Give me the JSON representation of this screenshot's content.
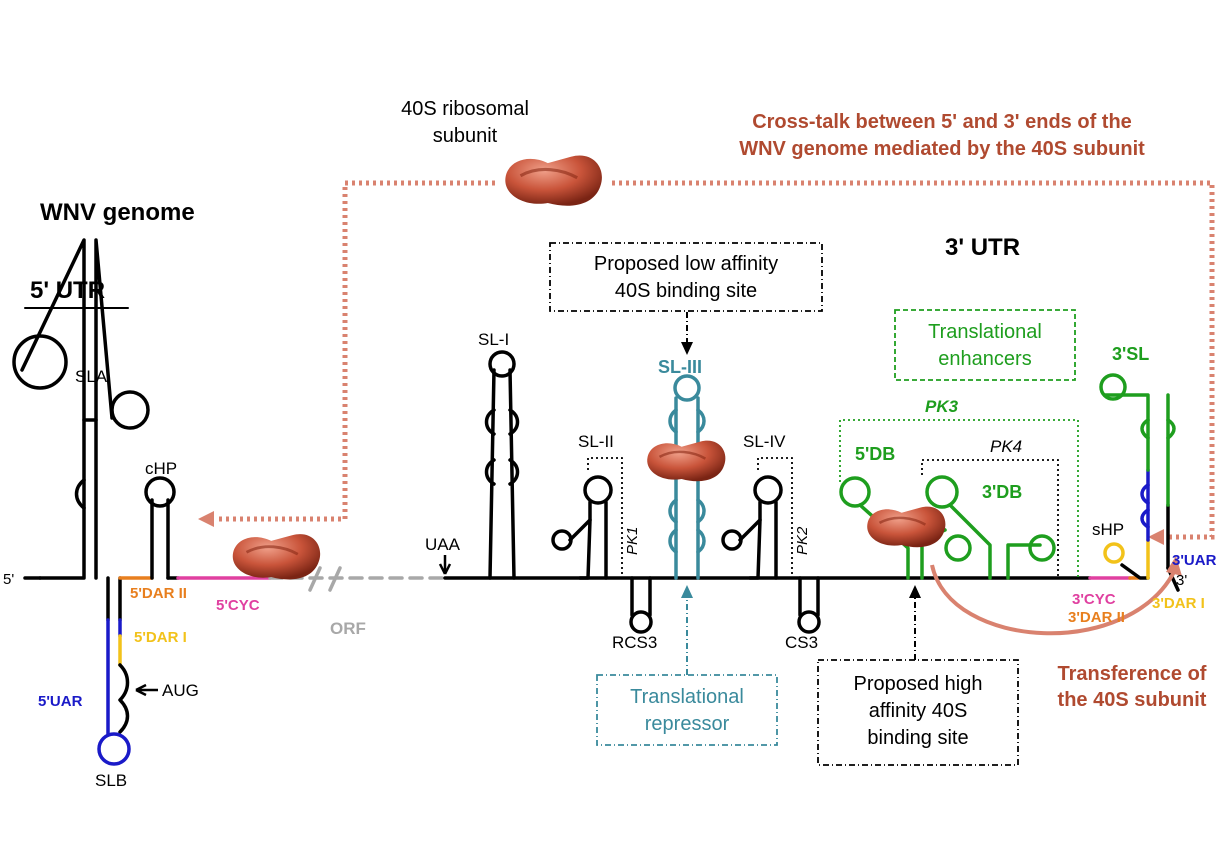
{
  "title": "WNV genome",
  "utr5": "5' UTR",
  "utr3": "3' UTR",
  "ribosome_label": [
    "40S ribosomal",
    "subunit"
  ],
  "crosstalk": [
    "Cross-talk between 5' and 3' ends of the",
    "WNV genome mediated by the 40S subunit"
  ],
  "transference": [
    "Transference of",
    "the 40S subunit"
  ],
  "low_affinity": [
    "Proposed low affinity",
    "40S binding site"
  ],
  "high_affinity": [
    "Proposed high",
    "affinity 40S",
    "binding site"
  ],
  "enhancers": [
    "Translational",
    "enhancers"
  ],
  "repressor": [
    "Translational",
    "repressor"
  ],
  "labels": {
    "sla": "SLA",
    "slb": "SLB",
    "chp": "cHP",
    "aug": "AUG",
    "dar2_5": "5'DAR II",
    "dar1_5": "5'DAR I",
    "uar_5": "5'UAR",
    "cyc_5": "5'CYC",
    "five_prime": "5'",
    "orf": "ORF",
    "uaa": "UAA",
    "sl1": "SL-I",
    "sl2": "SL-II",
    "sl3": "SL-III",
    "sl4": "SL-IV",
    "pk1": "PK1",
    "pk2": "PK2",
    "pk3": "PK3",
    "pk4": "PK4",
    "rcs3": "RCS3",
    "cs3": "CS3",
    "db5": "5'DB",
    "db3": "3'DB",
    "sl3p": "3'SL",
    "shp": "sHP",
    "uar_3": "3'UAR",
    "three_prime": "3'",
    "cyc_3": "3'CYC",
    "dar2_3": "3'DAR II",
    "dar1_3": "3'DAR I"
  },
  "colors": {
    "black": "#000000",
    "teal": "#3a8a9c",
    "green": "#1e9e1e",
    "blue": "#1a1ac8",
    "orange": "#e87f1e",
    "yellow": "#f2c21a",
    "magenta": "#e040a0",
    "gray": "#a8a8a8",
    "salmon": "#d9826f",
    "brown": "#b04a30",
    "ribosome": "#c9543a"
  }
}
